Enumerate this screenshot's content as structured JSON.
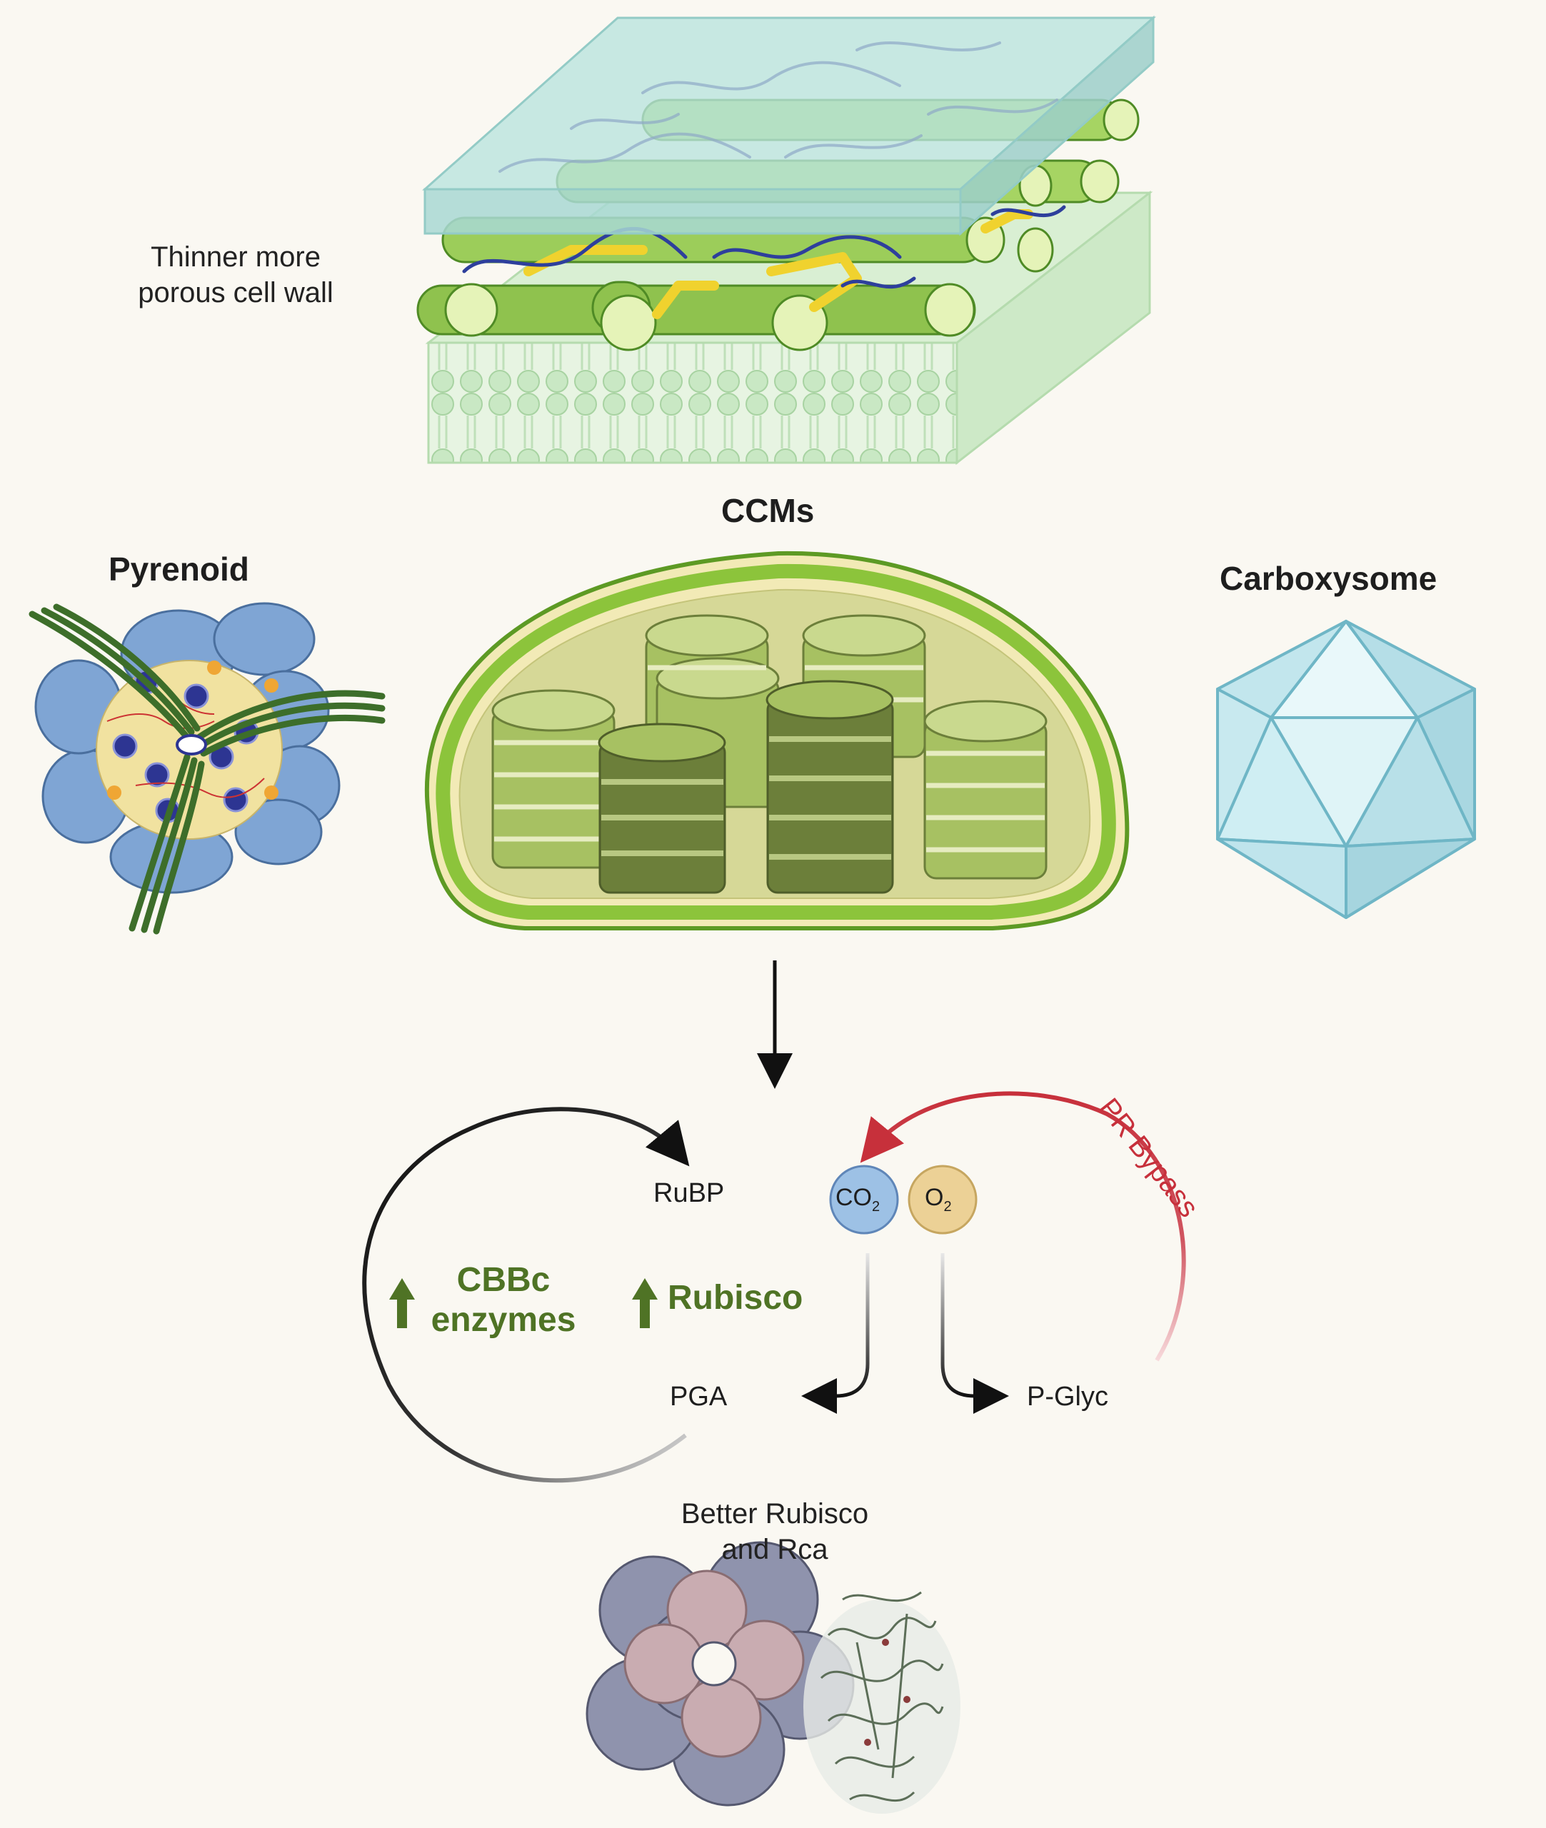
{
  "cell_wall": {
    "label_line1": "Thinner more",
    "label_line2": "porous cell wall"
  },
  "ccm": {
    "title": "CCMs",
    "pyrenoid_label": "Pyrenoid",
    "carboxysome_label": "Carboxysome"
  },
  "cycle": {
    "rubp": "RuBP",
    "pga": "PGA",
    "pglyc": "P-Glyc",
    "co2_base": "CO",
    "co2_sub": "2",
    "o2_base": "O",
    "o2_sub": "2",
    "cbbc_line1": "CBBc",
    "cbbc_line2": "enzymes",
    "rubisco": "Rubisco",
    "pr_bypass": "PR Bypass"
  },
  "rubisco_structure": {
    "label_line1": "Better Rubisco",
    "label_line2": "and Rca"
  },
  "colors": {
    "background": "#faf8f2",
    "chloroplast_outer": "#6fae2f",
    "stroma": "#d9dca0",
    "grana_light": "#a7c162",
    "grana_dark": "#6c7f3a",
    "pyrenoid_blue": "#7fa5d4",
    "carboxysome": "#bfe6ee",
    "co2_bubble": "#9dc1e5",
    "o2_bubble": "#ecd196",
    "pr_bypass": "#c7303b",
    "upregulated": "#4f7325"
  }
}
